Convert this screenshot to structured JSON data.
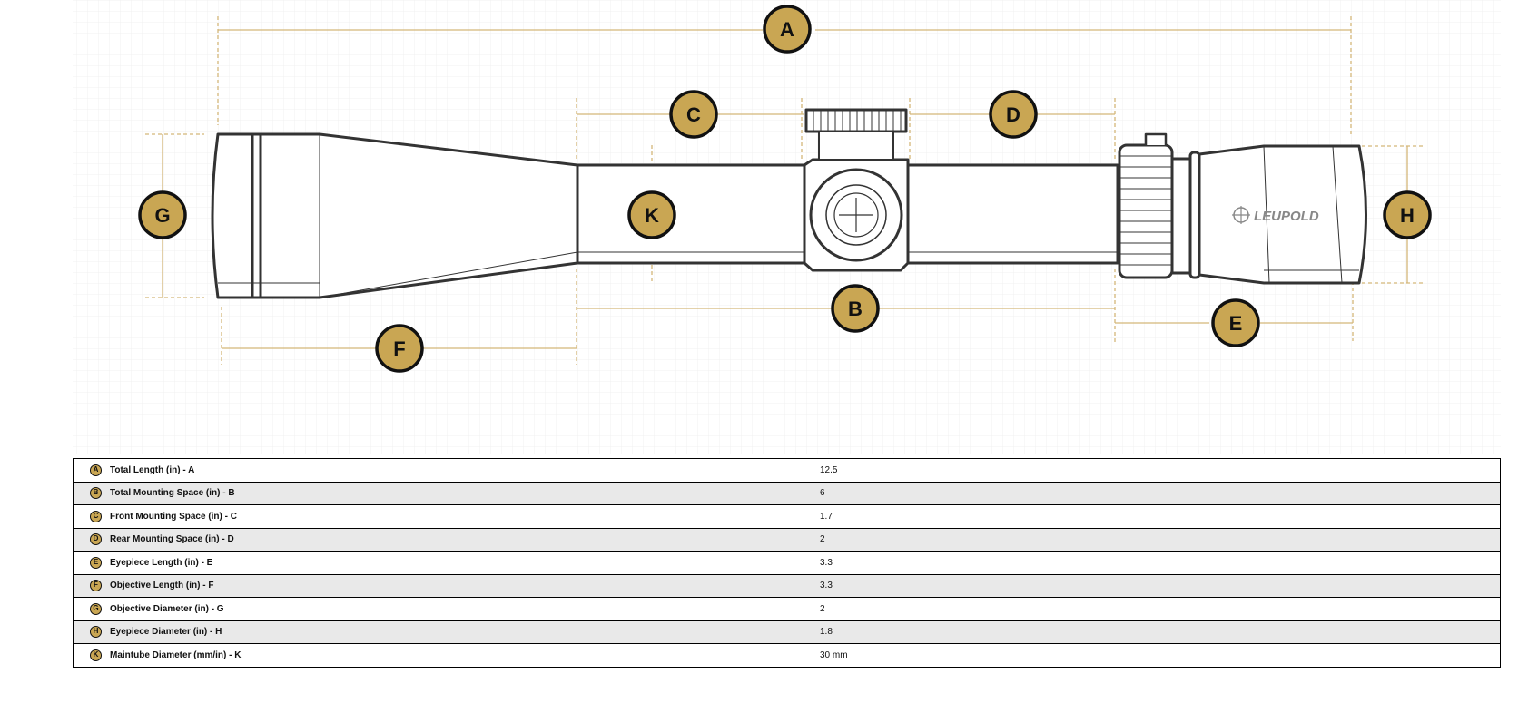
{
  "brand": "LEUPOLD",
  "colors": {
    "accent": "#c9a653",
    "line": "#333333",
    "dim": "#d4b679"
  },
  "callouts": [
    "A",
    "B",
    "C",
    "D",
    "E",
    "F",
    "G",
    "H",
    "K"
  ],
  "specs": [
    {
      "letter": "A",
      "label": "Total Length (in) - A",
      "value": "12.5"
    },
    {
      "letter": "B",
      "label": "Total Mounting Space (in) - B",
      "value": "6"
    },
    {
      "letter": "C",
      "label": "Front Mounting Space (in) - C",
      "value": "1.7"
    },
    {
      "letter": "D",
      "label": "Rear Mounting Space (in) - D",
      "value": "2"
    },
    {
      "letter": "E",
      "label": "Eyepiece Length (in) - E",
      "value": "3.3"
    },
    {
      "letter": "F",
      "label": "Objective Length (in) - F",
      "value": "3.3"
    },
    {
      "letter": "G",
      "label": "Objective Diameter (in) - G",
      "value": "2"
    },
    {
      "letter": "H",
      "label": "Eyepiece Diameter (in) - H",
      "value": "1.8"
    },
    {
      "letter": "K",
      "label": "Maintube Diameter (mm/in) - K",
      "value": "30 mm"
    }
  ]
}
